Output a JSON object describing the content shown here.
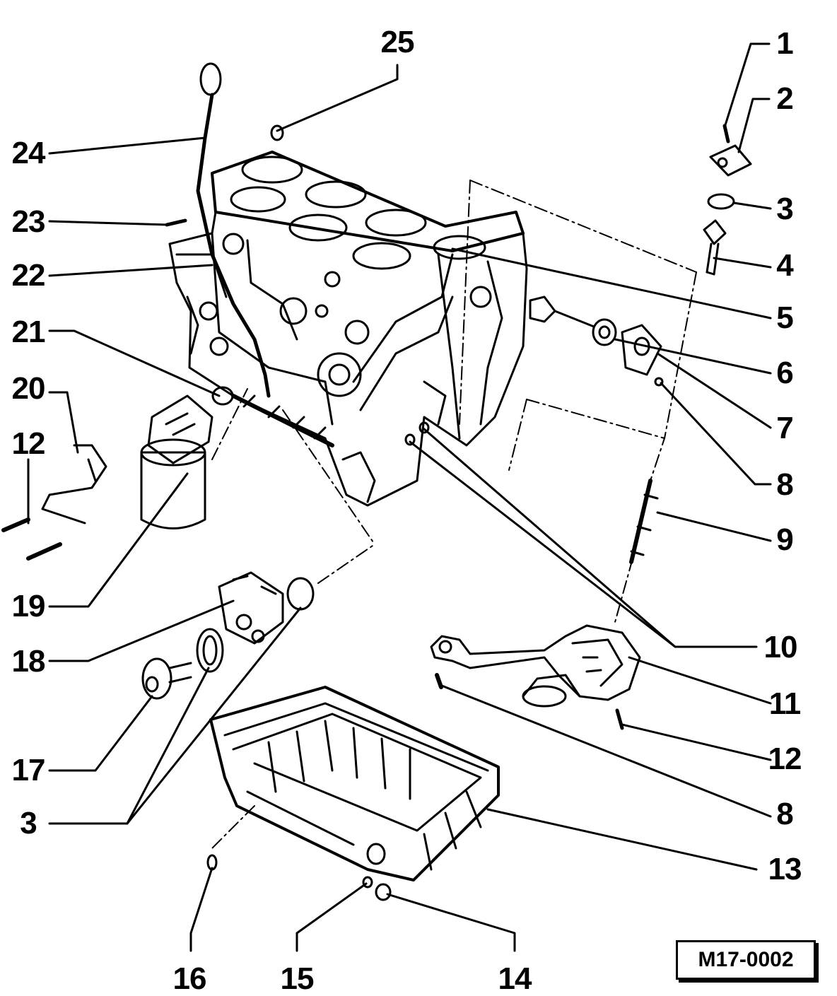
{
  "diagram": {
    "reference_code": "M17-0002",
    "callouts": [
      "1",
      "2",
      "3",
      "4",
      "5",
      "6",
      "7",
      "8",
      "9",
      "10",
      "11",
      "12",
      "13",
      "14",
      "15",
      "16",
      "17",
      "18",
      "19",
      "20",
      "21",
      "22",
      "23",
      "24",
      "25",
      "12",
      "3",
      "8"
    ]
  }
}
